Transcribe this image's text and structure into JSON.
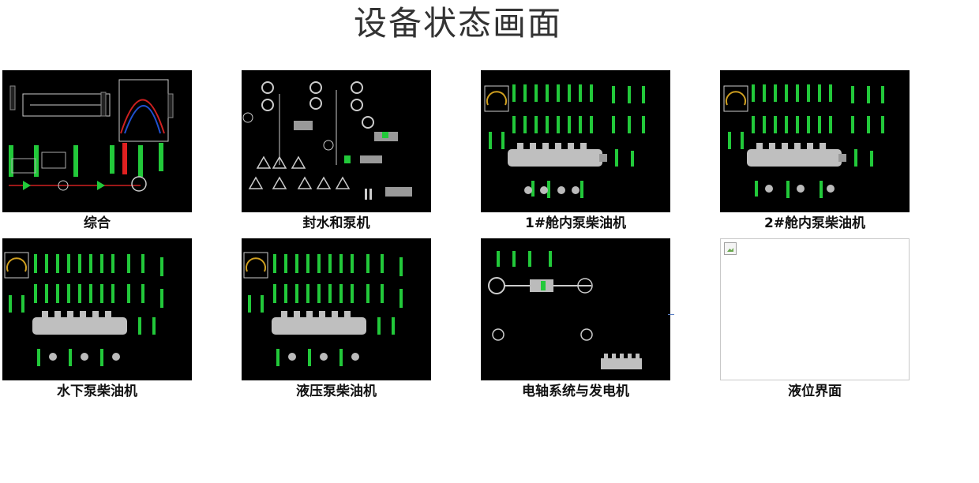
{
  "page": {
    "title": "设备状态画面"
  },
  "tiles": [
    {
      "label": "综合",
      "preview": "overview"
    },
    {
      "label": "封水和泵机",
      "preview": "seal-water-pumps"
    },
    {
      "label": "1#舱内泵柴油机",
      "preview": "diesel-engine"
    },
    {
      "label": "2#舱内泵柴油机",
      "preview": "diesel-engine"
    },
    {
      "label": "水下泵柴油机",
      "preview": "diesel-engine"
    },
    {
      "label": "液压泵柴油机",
      "preview": "diesel-engine"
    },
    {
      "label": "电轴系统与发电机",
      "preview": "generator-shaft"
    },
    {
      "label": "液位界面",
      "preview": "broken-image"
    }
  ],
  "colors": {
    "thumbnail_background": "#000000",
    "gauge_fill": "#22c93a",
    "alarm_fill": "#e02020",
    "engine_body": "#bfbfbf",
    "title_text": "#333333"
  }
}
